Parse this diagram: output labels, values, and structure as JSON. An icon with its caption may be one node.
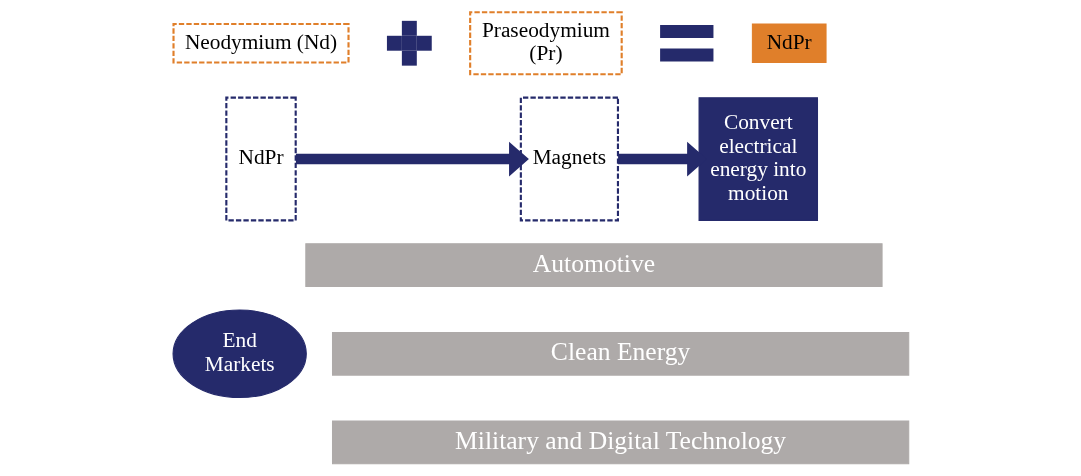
{
  "diagram": {
    "nodes": [
      {
        "text": [
          "Neodymium (Nd)"
        ]
      },
      {
        "text": [],
        "shape": "plus"
      },
      {
        "text": [
          "Praseodymium (Pr)"
        ]
      },
      {
        "text": [],
        "shape": "equals"
      },
      {
        "text": [
          "NdPr"
        ]
      },
      {
        "text": [
          "NdPr"
        ]
      },
      {
        "text": [
          "Magnets"
        ]
      },
      {
        "text": [
          "Convert electrical energy into motion"
        ]
      },
      {
        "text": [
          "End Markets"
        ]
      },
      {
        "text": [
          "Automotive"
        ]
      },
      {
        "text": [
          "Clean Energy"
        ]
      },
      {
        "text": [
          "Military and Digital Technology"
        ]
      }
    ],
    "edges": [
      {
        "from": 5,
        "to": 6,
        "arrow": "to"
      },
      {
        "from": 6,
        "to": 7,
        "arrow": "to"
      }
    ]
  }
}
